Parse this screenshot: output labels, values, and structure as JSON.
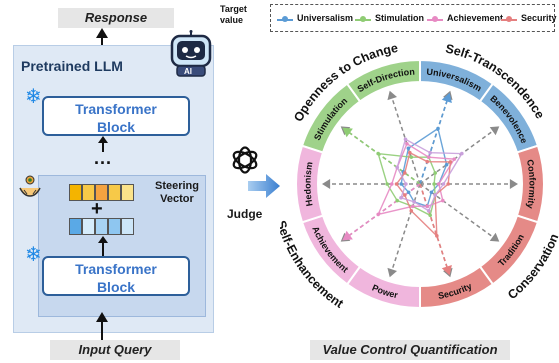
{
  "left": {
    "response_label": "Response",
    "llm_title": "Pretrained LLM",
    "top_block_label": "Transformer Block",
    "ellipsis": "...",
    "bottom_block_label": "Transformer Block",
    "plus": "+",
    "steering_label": "Steering Vector",
    "input_label": "Input Query",
    "ai_badge": "AI"
  },
  "judge_label": "Judge",
  "legend": {
    "title": "Target value",
    "items": [
      {
        "label": "Universalism",
        "color": "#5b9bd5"
      },
      {
        "label": "Stimulation",
        "color": "#8fcc74"
      },
      {
        "label": "Achievement",
        "color": "#e78ac3"
      },
      {
        "label": "Security",
        "color": "#e57f7f"
      }
    ]
  },
  "radar": {
    "groups": [
      {
        "label": "Openness to Change",
        "color": "#9fd28a"
      },
      {
        "label": "Self-Transcendence",
        "color": "#7fb0da"
      },
      {
        "label": "Conservation",
        "color": "#e58a87"
      },
      {
        "label": "Self-Enhancement",
        "color": "#f0b6dd"
      }
    ],
    "values": [
      {
        "label": "Universalism",
        "color": "#7fb0da"
      },
      {
        "label": "Benevolence",
        "color": "#7fb0da"
      },
      {
        "label": "Conformity",
        "color": "#e58a87"
      },
      {
        "label": "Tradition",
        "color": "#e58a87"
      },
      {
        "label": "Security",
        "color": "#e58a87"
      },
      {
        "label": "Power",
        "color": "#f0b6dd"
      },
      {
        "label": "Achievement",
        "color": "#f0b6dd"
      },
      {
        "label": "Hedonism",
        "color": "#f0b6dd"
      },
      {
        "label": "Stimulation",
        "color": "#9fd28a"
      },
      {
        "label": "Self-Direction",
        "color": "#9fd28a"
      }
    ],
    "series": [
      {
        "name": "Universalism",
        "color": "#5b9bd5",
        "values": [
          0.62,
          0.35,
          0.2,
          0.15,
          0.25,
          0.2,
          0.15,
          0.2,
          0.22,
          0.4
        ]
      },
      {
        "name": "Stimulation",
        "color": "#8fcc74",
        "values": [
          0.3,
          0.2,
          0.15,
          0.2,
          0.35,
          0.25,
          0.3,
          0.35,
          0.55,
          0.3
        ]
      },
      {
        "name": "Achievement",
        "color": "#e78ac3",
        "values": [
          0.3,
          0.45,
          0.2,
          0.3,
          0.25,
          0.25,
          0.55,
          0.3,
          0.3,
          0.45
        ]
      },
      {
        "name": "Security",
        "color": "#e57f7f",
        "values": [
          0.25,
          0.4,
          0.3,
          0.2,
          0.58,
          0.3,
          0.2,
          0.25,
          0.2,
          0.35
        ]
      },
      {
        "name": "",
        "color": "#c9a0dc",
        "values": [
          0.35,
          0.55,
          0.25,
          0.2,
          0.3,
          0.2,
          0.25,
          0.15,
          0.3,
          0.5
        ]
      }
    ]
  },
  "right_label": "Value Control Quantification"
}
